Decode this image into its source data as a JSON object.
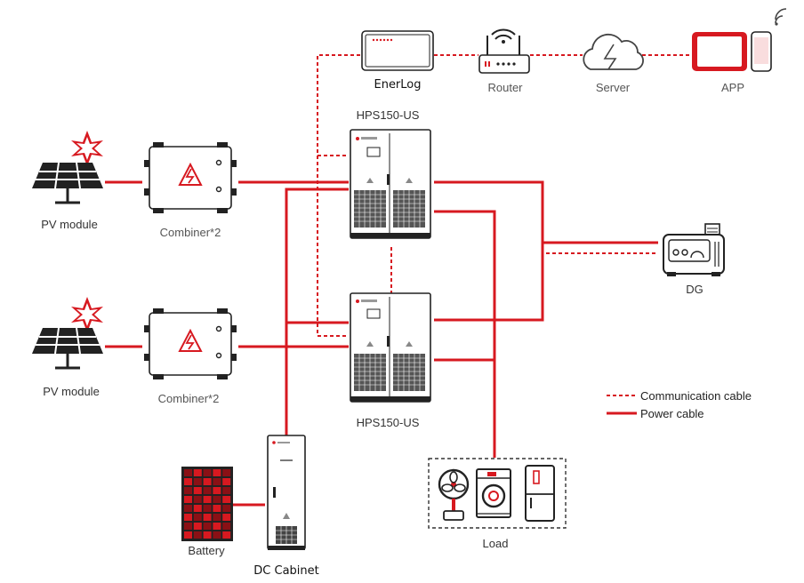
{
  "labels": {
    "enerlog": "EnerLog",
    "router": "Router",
    "server": "Server",
    "app": "APP",
    "hps_top": "HPS150-US",
    "hps_bottom": "HPS150-US",
    "pv_top": "PV module",
    "pv_bottom": "PV module",
    "combiner_top": "Combiner*2",
    "combiner_bottom": "Combiner*2",
    "dg": "DG",
    "load": "Load",
    "battery": "Battery",
    "dc_cabinet": "DC Cabinet"
  },
  "legend": {
    "communication": "Communication cable",
    "power": "Power cable"
  },
  "colors": {
    "accent": "#d71920",
    "outline": "#222222"
  },
  "icons": [
    "solar-panel-icon",
    "combiner-box-icon",
    "inverter-cabinet-icon",
    "data-logger-icon",
    "router-icon",
    "cloud-server-icon",
    "tablet-phone-icon",
    "generator-icon",
    "fan-icon",
    "washing-machine-icon",
    "refrigerator-icon",
    "battery-rack-icon",
    "dc-cabinet-icon"
  ]
}
